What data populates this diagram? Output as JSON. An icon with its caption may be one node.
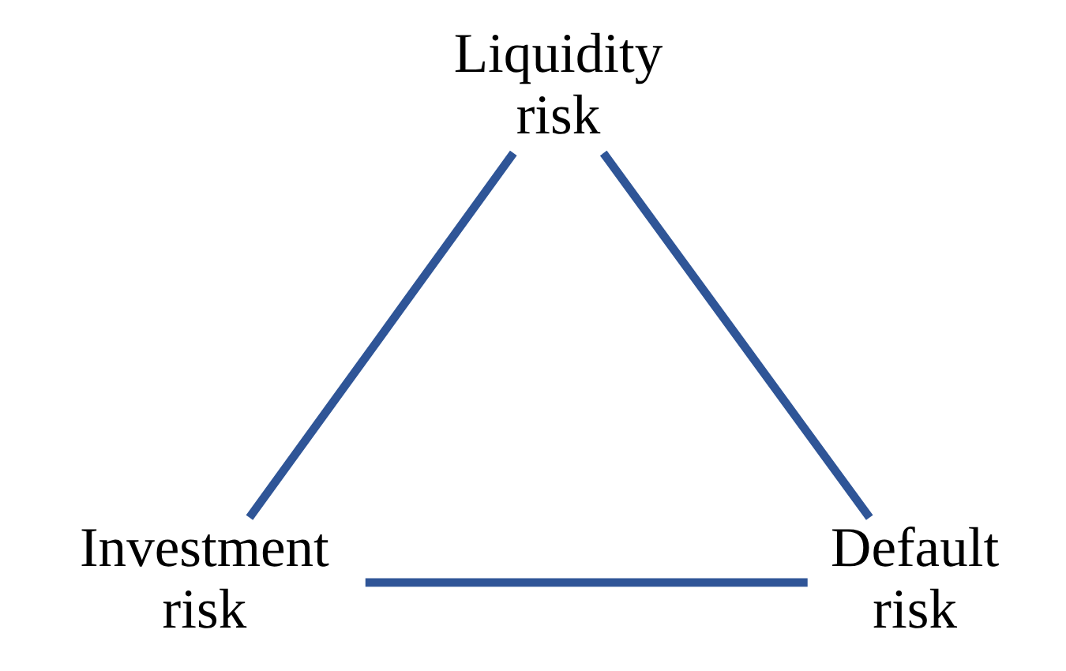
{
  "diagram": {
    "nodes": [
      {
        "text": [
          "Liquidity risk"
        ]
      },
      {
        "text": [
          "Investment risk"
        ]
      },
      {
        "text": [
          "Default risk"
        ]
      }
    ],
    "edges": [
      {
        "from": 0,
        "to": 2,
        "arrow": "none"
      },
      {
        "from": 1,
        "to": 2,
        "arrow": "none"
      },
      {
        "from": 0,
        "to": 1,
        "arrow": "none"
      }
    ]
  }
}
